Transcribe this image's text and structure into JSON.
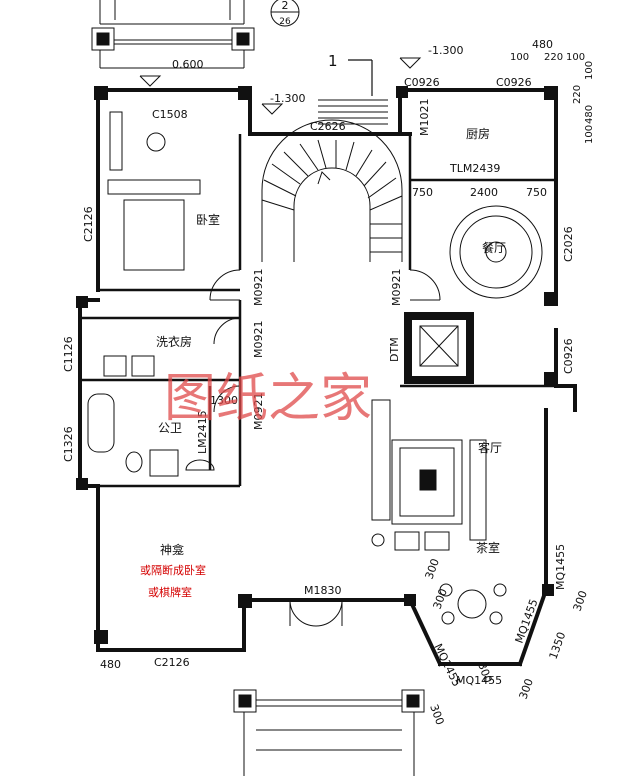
{
  "section_marker": {
    "top": "2",
    "bottom": "26"
  },
  "section_cut": "1",
  "levels": {
    "left_balcony": "0.600",
    "stair": "-1.300",
    "kitchen_side": "-1.300"
  },
  "windows": {
    "bedroom_top": "C1508",
    "bedroom_left": "C2126",
    "stair_top": "C2626",
    "kitchen_top_a": "C0926",
    "kitchen_top_b": "C0926",
    "dining_right": "C2026",
    "laundry_left": "C1126",
    "bath_left": "C1326",
    "east_right": "C0926",
    "shrine_bottom": "C2126"
  },
  "doors": {
    "kitchen": "M1021",
    "kitchen_opening": "TLM2439",
    "bedroom": "M0921",
    "stair_hall": "M0921",
    "laundry": "M0921",
    "bath": "M0921",
    "bath_sliding": "LM2415",
    "entrance": "M1830",
    "bay_left": "MQ1455",
    "bay_bottom": "MQ1455",
    "bay_right": "MQ1455",
    "bay_right_outer": "MQ1455"
  },
  "dimensions": {
    "kitchen_right_top": [
      "480",
      "100",
      "220",
      "100"
    ],
    "kitchen_right_side": [
      "100",
      "220",
      "480",
      "100"
    ],
    "dining": [
      "750",
      "2400",
      "750"
    ],
    "bath_inner": "1300",
    "left_bottom": "480",
    "bay_a": "300",
    "bay_b": "300",
    "bay_c": "300",
    "bay_d": "1350",
    "bay_e": "300",
    "bay_f": "300",
    "bay_g": "300"
  },
  "rooms": {
    "bedroom": "卧室",
    "kitchen": "厨房",
    "dining": "餐厅",
    "laundry": "洗衣房",
    "bath": "公卫",
    "elevator": "DTM",
    "living": "客厅",
    "tea": "茶室",
    "shrine": "神龛",
    "shrine_note1": "或隔断成卧室",
    "shrine_note2": "或棋牌室"
  },
  "watermark": "图纸之家"
}
